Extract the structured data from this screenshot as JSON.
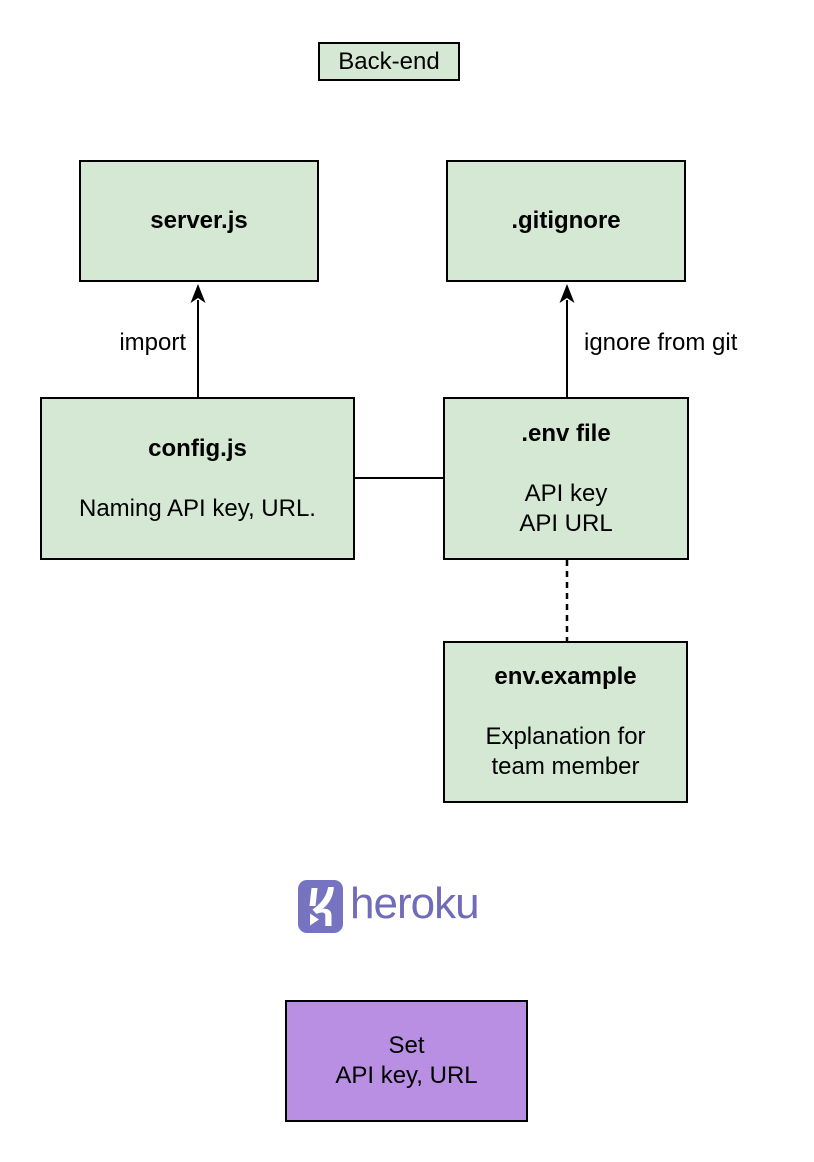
{
  "header_box": {
    "label": "Back-end"
  },
  "nodes": {
    "server": {
      "title": "server.js"
    },
    "gitignore": {
      "title": ".gitignore"
    },
    "config": {
      "title": "config.js",
      "body": "Naming API key, URL."
    },
    "env": {
      "title": ".env file",
      "body_line1": "API key",
      "body_line2": "API URL"
    },
    "env_example": {
      "title": "env.example",
      "body_line1": "Explanation for",
      "body_line2": "team member"
    },
    "set_api": {
      "line1": "Set",
      "line2": "API key, URL"
    }
  },
  "edge_labels": {
    "import": "import",
    "ignore_from_git": "ignore from git"
  },
  "heroku": {
    "wordmark": "heroku"
  },
  "colors": {
    "node_green_fill": "#d5e8d4",
    "node_purple_fill": "#b98fe3",
    "border": "#000000",
    "heroku_purple": "#706cb8",
    "text": "#000000"
  }
}
